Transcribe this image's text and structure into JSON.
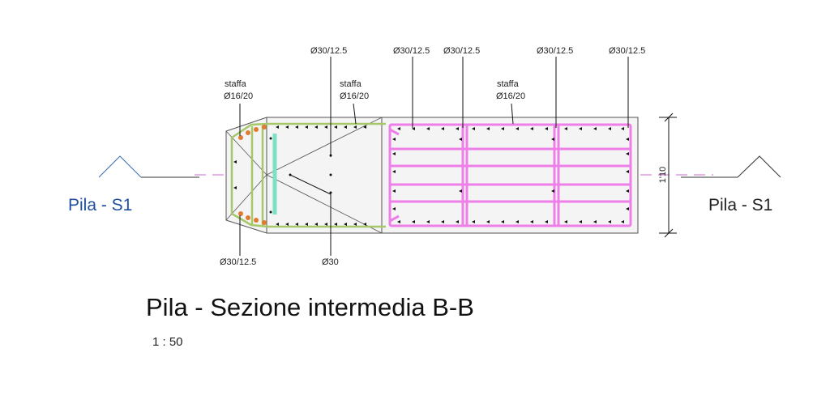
{
  "title": "Pila - Sezione intermedia B-B",
  "scale": "1 : 50",
  "section_tag_left": "Pila - S1",
  "section_tag_right": "Pila - S1",
  "dimension": "1'10",
  "labels": {
    "top_bar_1": "Ø30/12.5",
    "top_bar_2": "Ø30/12.5",
    "top_bar_3": "Ø30/12.5",
    "top_bar_4": "Ø30/12.5",
    "top_bar_5": "Ø30/12.5",
    "stirrup_left_name": "staffa",
    "stirrup_left_spec": "Ø16/20",
    "stirrup_mid_name": "staffa",
    "stirrup_mid_spec": "Ø16/20",
    "stirrup_right_name": "staffa",
    "stirrup_right_spec": "Ø16/20",
    "bottom_bar_left": "Ø30/12.5",
    "bottom_bar_mid": "Ø30"
  },
  "colors": {
    "tag_left": "#1f4fa0",
    "stirrup_pink": "#ee7ee8",
    "stirrup_green": "#a6c86a",
    "axis_dash": "#d06ad0",
    "cyan_bar": "#7fe0c8",
    "orange_dot": "#e07a30"
  }
}
